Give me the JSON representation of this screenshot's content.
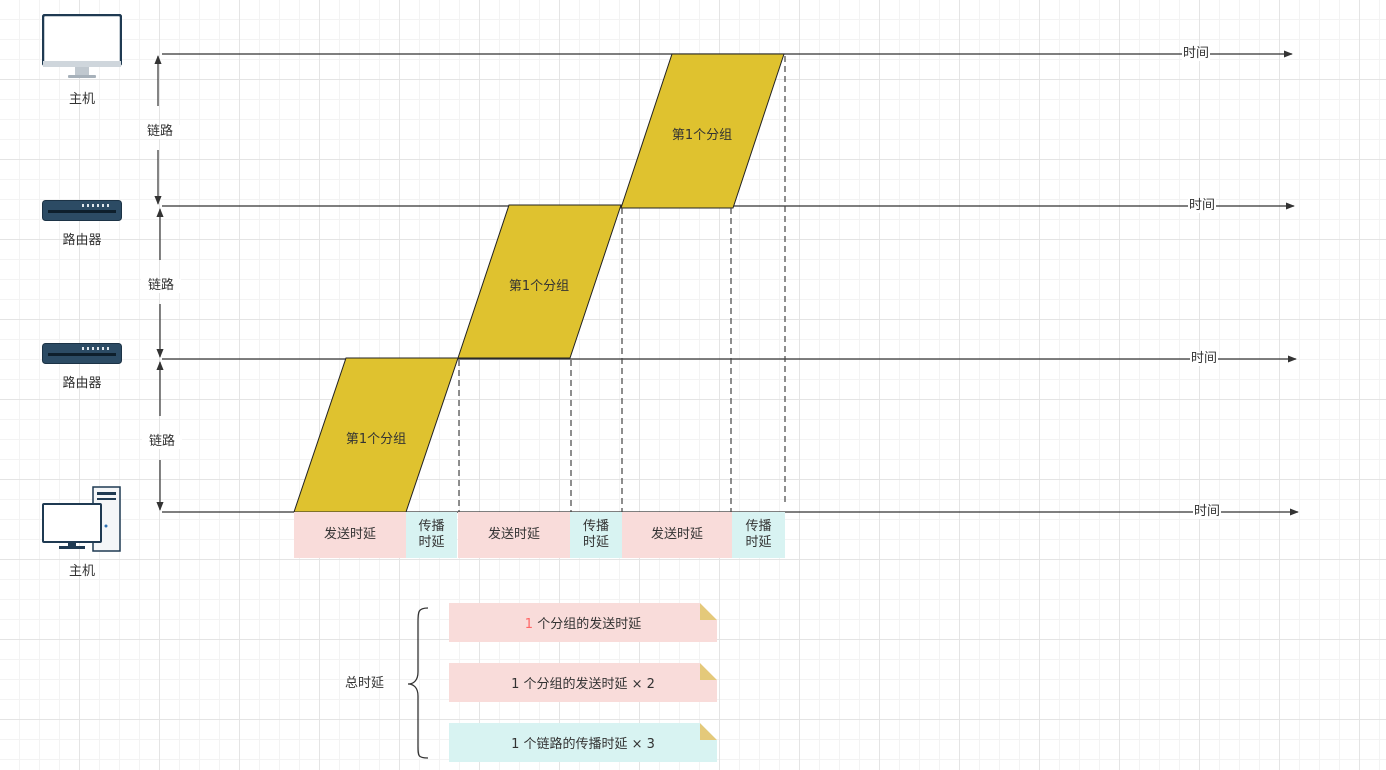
{
  "devices": [
    {
      "label": "主机",
      "icon": "desktop-monitor-icon"
    },
    {
      "label": "路由器",
      "icon": "router-icon"
    },
    {
      "label": "路由器",
      "icon": "router-icon"
    },
    {
      "label": "主机",
      "icon": "desktop-pc-icon"
    }
  ],
  "time_labels": [
    "时间",
    "时间",
    "时间",
    "时间"
  ],
  "link_labels": [
    "链路",
    "链路",
    "链路"
  ],
  "packet_labels": [
    "第1个分组",
    "第1个分组",
    "第1个分组"
  ],
  "delay_cells": [
    "发送时延",
    "传播\n时延",
    "发送时延",
    "传播\n时延",
    "发送时延",
    "传播\n时延"
  ],
  "total": {
    "label": "总时延",
    "items": [
      {
        "highlight": "1",
        "text": " 个分组的发送时延"
      },
      {
        "highlight": "",
        "text": "1 个分组的发送时延 × 2"
      },
      {
        "highlight": "",
        "text": "1 个链路的传播时延 × 3"
      }
    ]
  },
  "colors": {
    "packet_fill": "#dfc22f",
    "send_delay_bg": "#f9dcda",
    "prop_delay_bg": "#d8f3f2",
    "highlight": "#ff6666"
  }
}
